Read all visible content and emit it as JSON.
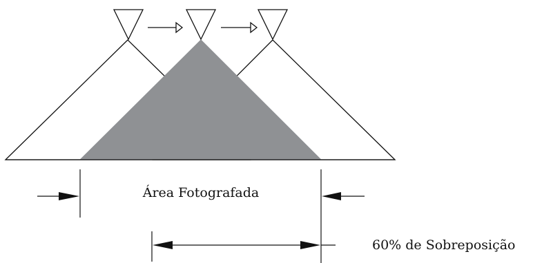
{
  "diagram": {
    "labels": {
      "area_photographed": "Área Fotografada",
      "overlap_percentage": "60% de Sobreposição"
    },
    "colors": {
      "line": "#111111",
      "overlap_fill": "#8f9194",
      "background": "#ffffff"
    },
    "camera_positions": 3,
    "overlap_percent": 60
  }
}
